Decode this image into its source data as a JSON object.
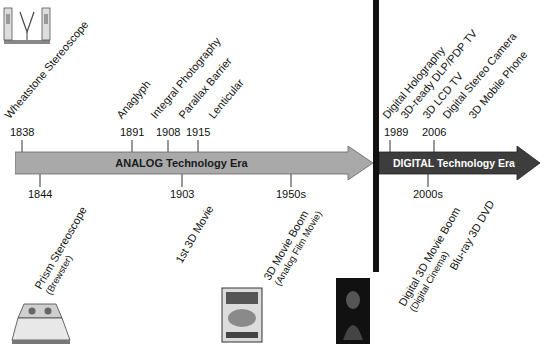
{
  "diagram": {
    "nodes": [
      {
        "text": [
          "ANALOG Technology Era"
        ]
      },
      {
        "text": [
          "DIGITAL Technology Era"
        ]
      }
    ],
    "labels": [
      "Wheatstone Stereoscope",
      "Anaglyph",
      "Integral Photography",
      "Parallax Barrier",
      "Lenticular",
      "1838",
      "1891",
      "1908",
      "1915",
      "Digital Holography",
      "3D-ready DLP/PDP TV",
      "3D LCD TV",
      "Digital Stereo Camera",
      "3D Mobile Phone",
      "1989",
      "2006",
      "1844",
      "Prism Stereoscope",
      "(Brewster)",
      "1903",
      "1st 3D Movie",
      "1950s",
      "3D Movie Boom",
      "(Analog Film Movie)",
      "2000s",
      "Blu-ray 3D DVD",
      "Digital 3D Movie Boom",
      "(Digital Cinema)"
    ]
  }
}
